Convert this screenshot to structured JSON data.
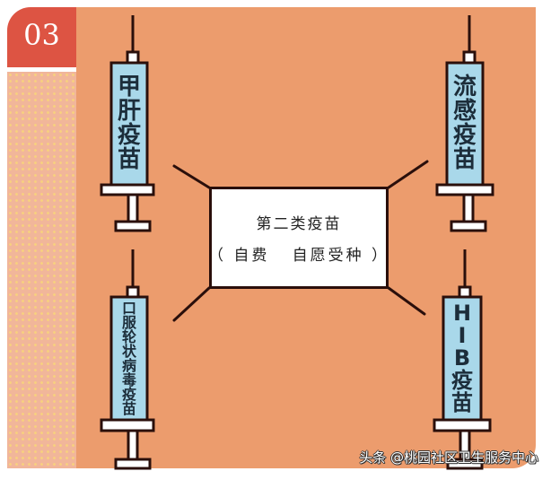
{
  "badge": {
    "number": "03",
    "color": "#dd5443"
  },
  "colors": {
    "panel": "#ec9c6d",
    "dot_strip": "#f1b69a",
    "dots": "#f7d07f",
    "barrel": "#a9d8ea",
    "outline": "#2a0f0b"
  },
  "center_box": {
    "title": "第二类疫苗",
    "subtitle": "（ 自费   自愿受种 ）"
  },
  "syringes": [
    {
      "position": "top-left",
      "label_chars": [
        "甲",
        "肝",
        "疫",
        "苗"
      ]
    },
    {
      "position": "top-right",
      "label_chars": [
        "流",
        "感",
        "疫",
        "苗"
      ]
    },
    {
      "position": "bottom-left",
      "label_chars": [
        "口",
        "服",
        "轮",
        "状",
        "病",
        "毒",
        "疫",
        "苗"
      ]
    },
    {
      "position": "bottom-right",
      "label_chars": [
        "H",
        "I",
        "B",
        "疫",
        "苗"
      ]
    }
  ],
  "watermark": "头条 @桃园社区卫生服务中心"
}
